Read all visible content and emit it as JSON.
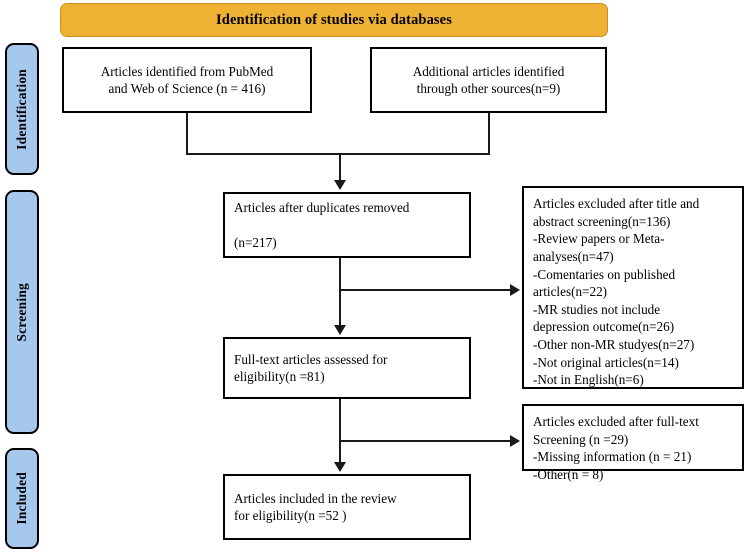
{
  "figure": {
    "type": "prisma-flow-diagram",
    "banner": {
      "title": "Identification of studies via databases"
    },
    "phases": [
      {
        "id": "identification",
        "label": "Identification"
      },
      {
        "id": "screening",
        "label": "Screening"
      },
      {
        "id": "included",
        "label": "Included"
      }
    ],
    "boxes": {
      "identified": "Articles identified from PubMed\nand Web of Science (n = 416)",
      "additional": "Additional articles identified\nthrough other sources(n=9)",
      "duplicates": "Articles after duplicates removed\n\n(n=217)",
      "fulltext": "Full-text articles assessed for\neligibility(n =81)",
      "included": "Articles included in the review\nfor eligibility(n =52 )",
      "excluded_screening": "Articles excluded after title and\nabstract screening(n=136)\n-Review papers or Meta-\nanalyses(n=47)\n-Comentaries  on published\narticles(n=22)\n-MR studies not include\ndepression outcome(n=26)\n-Other non-MR studyes(n=27)\n-Not original articles(n=14)\n-Not in English(n=6)",
      "excluded_fulltext": "Articles excluded after full-text\nScreening (n =29)\n-Missing information (n = 21)\n-Other(n = 8)"
    },
    "counts": {
      "pubmed_web_of_science": 416,
      "other_sources": 9,
      "after_duplicates": 217,
      "full_text_assessed": 81,
      "included_in_review": 52,
      "excluded_title_abstract": 136,
      "review_or_meta_analyses": 47,
      "commentaries_on_published": 22,
      "mr_no_depression_outcome": 26,
      "other_non_mr_studies": 27,
      "not_original_articles": 14,
      "not_in_english": 6,
      "excluded_full_text": 29,
      "missing_information": 21,
      "other_full_text": 8
    },
    "colors": {
      "banner_fill": "#EFB134",
      "phase_fill": "#A6C8EC",
      "box_fill": "#FFFFFF",
      "stroke": "#000000"
    }
  }
}
